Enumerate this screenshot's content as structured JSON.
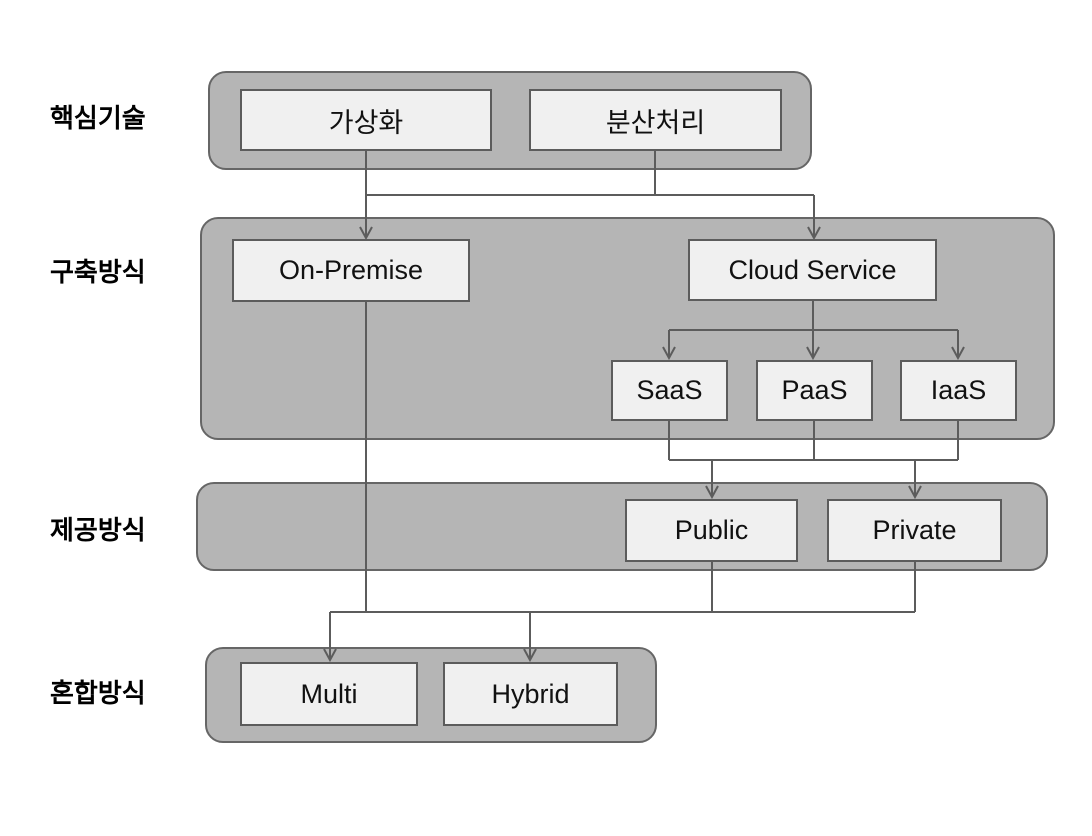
{
  "diagram": {
    "background": "#ffffff",
    "colors": {
      "group_fill": "#b5b5b5",
      "group_border": "#666666",
      "node_fill": "#f0f0f0",
      "node_border": "#5c5c5c",
      "connector": "#5c5c5c",
      "label_text": "#000000",
      "node_text": "#111111"
    },
    "rows": [
      {
        "id": "core-tech",
        "label": "핵심기술",
        "nodes": [
          {
            "id": "virtualization",
            "label": "가상화"
          },
          {
            "id": "distributed-processing",
            "label": "분산처리"
          }
        ]
      },
      {
        "id": "deployment",
        "label": "구축방식",
        "nodes": [
          {
            "id": "on-premise",
            "label": "On-Premise"
          },
          {
            "id": "cloud-service",
            "label": "Cloud Service"
          },
          {
            "id": "saas",
            "label": "SaaS"
          },
          {
            "id": "paas",
            "label": "PaaS"
          },
          {
            "id": "iaas",
            "label": "IaaS"
          }
        ]
      },
      {
        "id": "delivery",
        "label": "제공방식",
        "nodes": [
          {
            "id": "public",
            "label": "Public"
          },
          {
            "id": "private",
            "label": "Private"
          }
        ]
      },
      {
        "id": "mixed",
        "label": "혼합방식",
        "nodes": [
          {
            "id": "multi",
            "label": "Multi"
          },
          {
            "id": "hybrid",
            "label": "Hybrid"
          }
        ]
      }
    ],
    "edges": [
      {
        "from": "virtualization",
        "to": "on-premise"
      },
      {
        "from": "virtualization",
        "to": "cloud-service"
      },
      {
        "from": "distributed-processing",
        "to": "on-premise"
      },
      {
        "from": "distributed-processing",
        "to": "cloud-service"
      },
      {
        "from": "cloud-service",
        "to": "saas"
      },
      {
        "from": "cloud-service",
        "to": "paas"
      },
      {
        "from": "cloud-service",
        "to": "iaas"
      },
      {
        "from": "saas",
        "to": "public"
      },
      {
        "from": "saas",
        "to": "private"
      },
      {
        "from": "paas",
        "to": "public"
      },
      {
        "from": "paas",
        "to": "private"
      },
      {
        "from": "iaas",
        "to": "public"
      },
      {
        "from": "iaas",
        "to": "private"
      },
      {
        "from": "on-premise",
        "to": "multi"
      },
      {
        "from": "on-premise",
        "to": "hybrid"
      },
      {
        "from": "public",
        "to": "multi"
      },
      {
        "from": "public",
        "to": "hybrid"
      },
      {
        "from": "private",
        "to": "multi"
      },
      {
        "from": "private",
        "to": "hybrid"
      }
    ]
  }
}
